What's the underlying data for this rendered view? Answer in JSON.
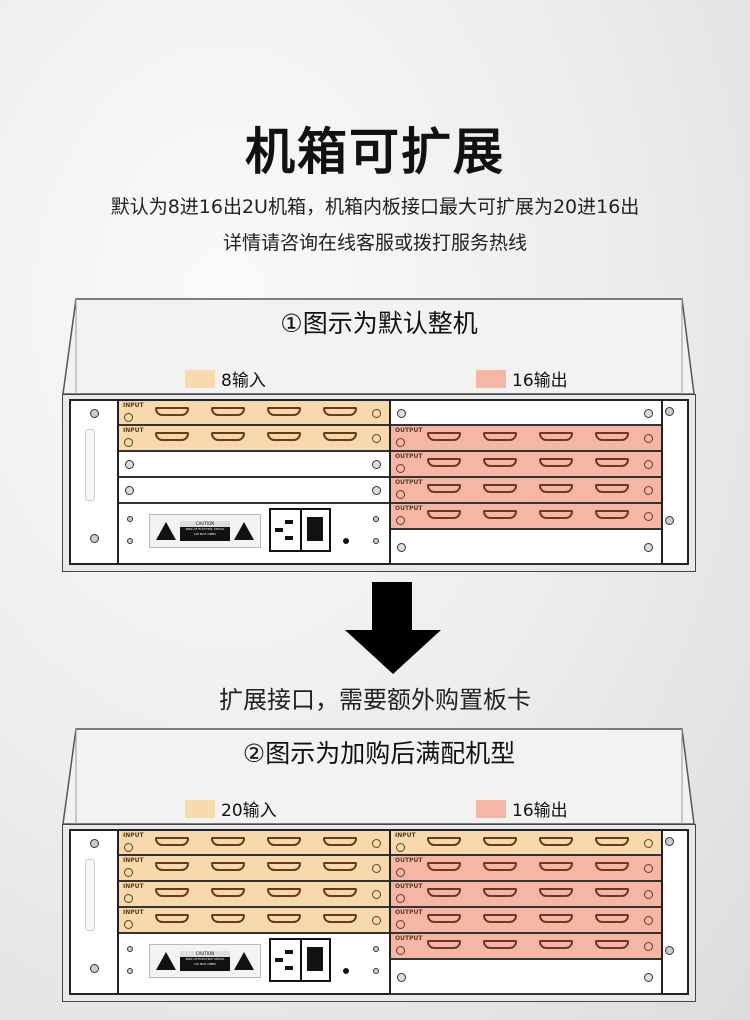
{
  "header": {
    "title": "机箱可扩展",
    "line1": "默认为8进16出2U机箱，机箱内板接口最大可扩展为20进16出",
    "line2": "详情请咨询在线客服或拨打服务热线"
  },
  "middle_text": "扩展接口，需要额外购置板卡",
  "colors": {
    "input": "#f7d9ab",
    "output": "#f6b6a6"
  },
  "caution": {
    "title": "CAUTION",
    "line1": "RISK OF ELECTRIC SHOCK",
    "line2": "DO NOT OPEN"
  },
  "chassis": [
    {
      "title": "①图示为默认整机",
      "legend_in": "8输入",
      "legend_out": "16输出",
      "left_slots": [
        "INPUT",
        "INPUT",
        "",
        "",
        "power"
      ],
      "right_slots": [
        "",
        "OUTPUT",
        "OUTPUT",
        "OUTPUT",
        "OUTPUT",
        ""
      ]
    },
    {
      "title": "②图示为加购后满配机型",
      "legend_in": "20输入",
      "legend_out": "16输出",
      "left_slots": [
        "INPUT",
        "INPUT",
        "INPUT",
        "INPUT",
        "power"
      ],
      "right_slots": [
        "INPUT",
        "OUTPUT",
        "OUTPUT",
        "OUTPUT",
        "OUTPUT",
        ""
      ]
    }
  ]
}
